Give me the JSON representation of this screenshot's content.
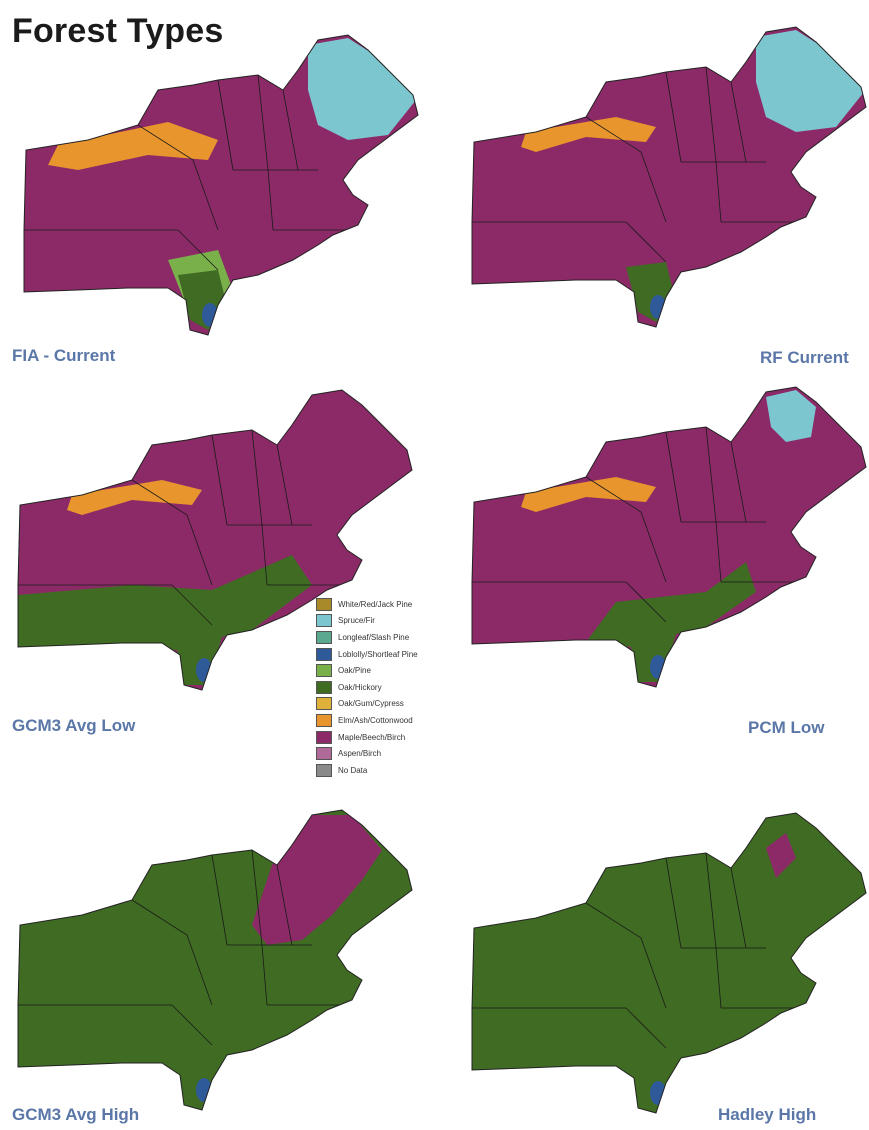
{
  "title": "Forest Types",
  "maps": [
    {
      "id": "fia-current",
      "caption": "FIA - Current",
      "base": "maple",
      "patches": [
        "spruce_ne",
        "elm_band_heavy",
        "oak_pine_sw",
        "oak_hickory_small"
      ]
    },
    {
      "id": "rf-current",
      "caption": "RF Current",
      "base": "maple",
      "patches": [
        "spruce_ne",
        "elm_band",
        "oak_hickory_small"
      ]
    },
    {
      "id": "gcm3-avg-low",
      "caption": "GCM3 Avg Low",
      "base": "maple",
      "patches": [
        "elm_band",
        "oak_hickory_south"
      ]
    },
    {
      "id": "pcm-low",
      "caption": "PCM Low",
      "base": "maple",
      "patches": [
        "spruce_ne_small",
        "elm_band",
        "oak_hickory_south_small"
      ]
    },
    {
      "id": "gcm3-avg-high",
      "caption": "GCM3 Avg High",
      "base": "oak_hickory",
      "patches": [
        "maple_north"
      ]
    },
    {
      "id": "hadley-high",
      "caption": "Hadley High",
      "base": "oak_hickory",
      "patches": [
        "maple_tiny"
      ]
    }
  ],
  "legend": [
    {
      "label": "White/Red/Jack Pine",
      "color": "#a88a2a"
    },
    {
      "label": "Spruce/Fir",
      "color": "#7cc6cf"
    },
    {
      "label": "Longleaf/Slash Pine",
      "color": "#5aa88f"
    },
    {
      "label": "Loblolly/Shortleaf Pine",
      "color": "#2e5a9a"
    },
    {
      "label": "Oak/Pine",
      "color": "#7ab04a"
    },
    {
      "label": "Oak/Hickory",
      "color": "#3f6b22"
    },
    {
      "label": "Oak/Gum/Cypress",
      "color": "#e0b13a"
    },
    {
      "label": "Elm/Ash/Cottonwood",
      "color": "#e8952e"
    },
    {
      "label": "Maple/Beech/Birch",
      "color": "#8c2a68"
    },
    {
      "label": "Aspen/Birch",
      "color": "#b06a98"
    },
    {
      "label": "No Data",
      "color": "#8a8a8a"
    }
  ],
  "colors": {
    "maple": "#8c2a68",
    "oak_hickory": "#3f6b22",
    "spruce": "#7cc6cf",
    "elm": "#e8952e",
    "oak_pine": "#7ab04a",
    "loblolly": "#2e5a9a",
    "caption": "#5a77a8"
  }
}
